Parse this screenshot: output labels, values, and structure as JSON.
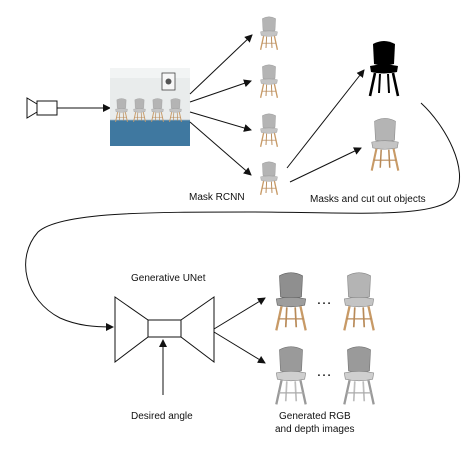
{
  "labels": {
    "mask_rcnn": "Mask RCNN",
    "masks_cut": "Masks and cut out objects",
    "generative_unet": "Generative UNet",
    "desired_angle": "Desired angle",
    "generated_line1": "Generated RGB",
    "generated_line2": "and depth images",
    "ellipsis_top": "…",
    "ellipsis_bottom": "…"
  },
  "colors": {
    "line": "#111111",
    "chair_seat": "#b4b4b4",
    "chair_seat_dark": "#8f8f8f",
    "wood_leg": "#c89a66",
    "mask_black": "#000000",
    "photo_wall": "#e9ecec",
    "photo_floor": "#3f78a0",
    "depth_leg": "#9a9a9a"
  },
  "icons": {
    "camera": "video-camera-icon"
  }
}
